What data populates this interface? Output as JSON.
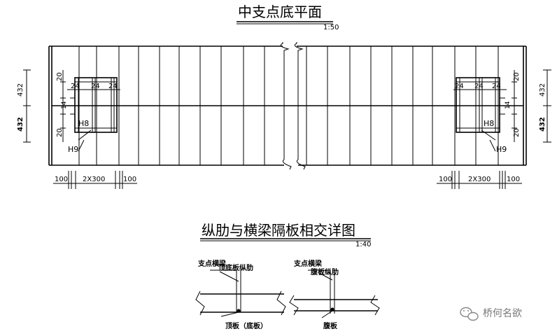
{
  "plan_title": "中支点底平面",
  "plan_scale": "1:50",
  "detail_title": "纵肋与横梁隔板相交详图",
  "detail_scale": "1:40",
  "dims": {
    "d432": "432",
    "d20": "20",
    "d14": "14",
    "d24": "24",
    "d100": "100",
    "d2x300": "2X300"
  },
  "rebar": {
    "h8": "H8",
    "h9": "H9"
  },
  "detail_left": {
    "label_top": "支点横梁",
    "label_mid": "顶底板纵肋",
    "label_bottom": "顶板（底板）"
  },
  "detail_right": {
    "label_top": "支点横梁",
    "label_mid": "腹板纵肋",
    "label_bottom": "腹板"
  },
  "watermark": {
    "text": "桥何名欲",
    "icon": "wechat-icon"
  }
}
